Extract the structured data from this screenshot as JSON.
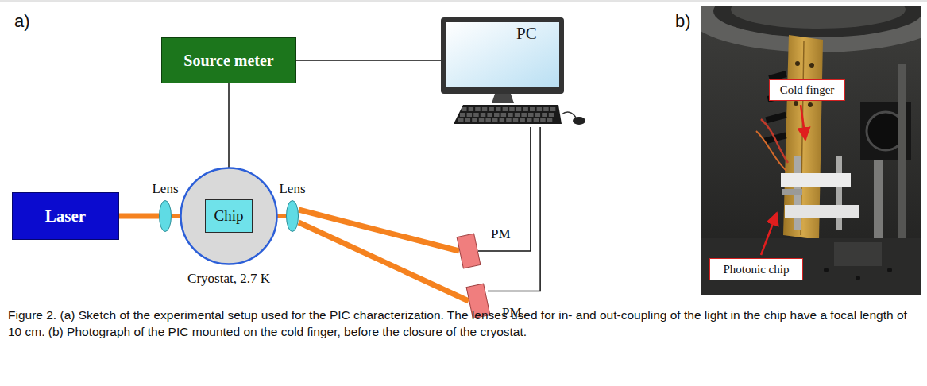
{
  "diagram": {
    "caption": "Figure 2. (a) Sketch of the experimental setup used for the PIC characterization. The lenses used for in- and out-coupling of the light in the chip have a focal length of 10 cm. (b) Photograph of the PIC mounted on the cold finger, before the closure of the cryostat.",
    "nodes": [
      {
        "text": [
          "Source meter"
        ]
      },
      {
        "text": [
          "PC"
        ]
      },
      {
        "text": [
          "Laser"
        ]
      },
      {
        "text": [
          "Cryostat, 2.7 K"
        ]
      },
      {
        "text": [
          "Chip"
        ],
        "in": 3
      },
      {
        "text": [
          "Lens"
        ]
      },
      {
        "text": [
          "Lens"
        ]
      },
      {
        "text": [
          "PM"
        ]
      },
      {
        "text": [
          "PM"
        ]
      },
      {
        "text": [
          "Cold finger"
        ]
      },
      {
        "text": [
          "Photonic chip"
        ]
      }
    ],
    "edges": [
      {
        "from": 0,
        "to": 1,
        "arrow": "none"
      },
      {
        "from": 0,
        "to": 4,
        "arrow": "none"
      },
      {
        "from": 1,
        "to": 7,
        "arrow": "none"
      },
      {
        "from": 1,
        "to": 8,
        "arrow": "none"
      },
      {
        "from": 2,
        "to": 5,
        "arrow": "none"
      },
      {
        "from": 5,
        "to": 4,
        "arrow": "none"
      },
      {
        "from": 4,
        "to": 6,
        "arrow": "none"
      },
      {
        "from": 6,
        "to": 7,
        "arrow": "none"
      },
      {
        "from": 6,
        "to": 8,
        "arrow": "none"
      }
    ],
    "labels": [
      "a)",
      "b)"
    ]
  }
}
